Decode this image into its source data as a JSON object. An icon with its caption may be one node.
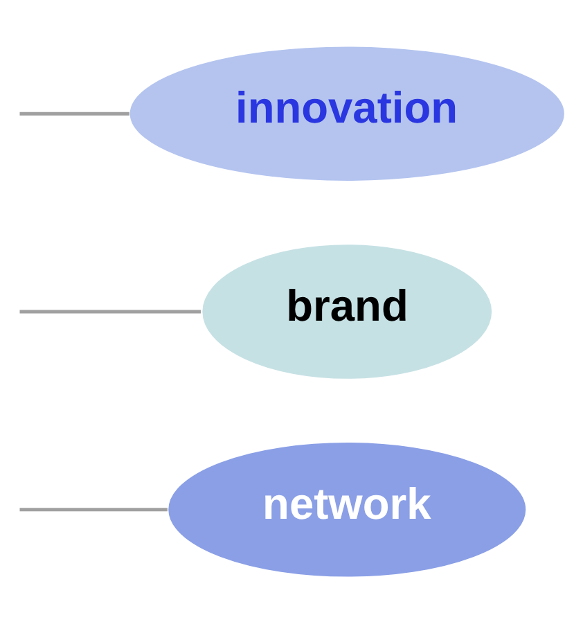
{
  "diagram": {
    "nodes": [
      {
        "text": [
          "network"
        ]
      },
      {
        "text": [
          "brand"
        ]
      },
      {
        "text": [
          "innovation"
        ]
      }
    ],
    "edges": [
      {
        "from": null,
        "to": 0,
        "arrow": "none"
      },
      {
        "from": null,
        "to": 1,
        "arrow": "none"
      },
      {
        "from": null,
        "to": 2,
        "arrow": "none"
      }
    ]
  }
}
